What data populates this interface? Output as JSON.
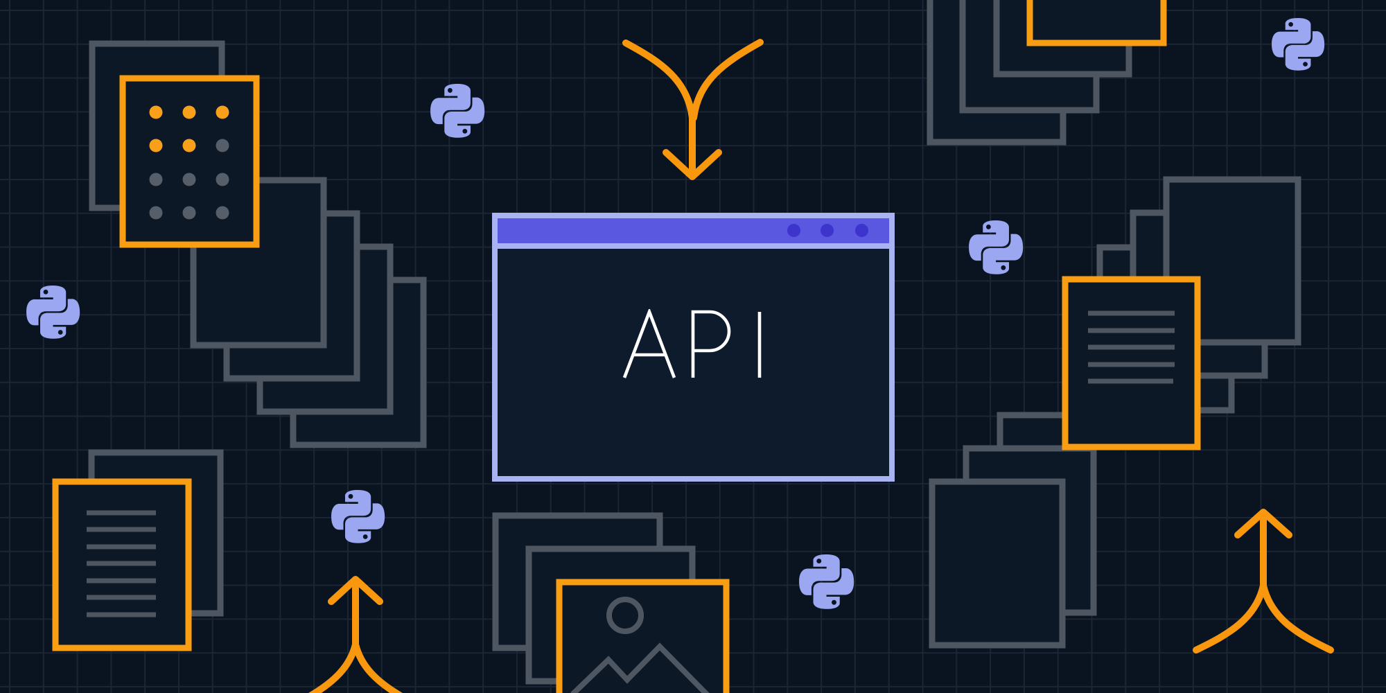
{
  "illustration": {
    "window": {
      "label": "API",
      "titlebar_dot_count": 3
    },
    "theme": {
      "background": "#0A1420",
      "grid_line": "#1B2533",
      "accent_orange": "#F99D12",
      "outline_gray": "#4E5661",
      "python_periwinkle": "#9BA7F0",
      "window_border": "#A9B3F2",
      "window_titlebar": "#5A57E0",
      "window_titlebar_dot": "#3C34CB",
      "window_body": "#0D1B2C",
      "label_text_color": "#FFFFFF"
    },
    "elements": {
      "python_logo_count": 6,
      "arrows": [
        {
          "name": "merge-arrow-down",
          "position": "top-center",
          "direction": "down"
        },
        {
          "name": "merge-arrow-up-left",
          "position": "bottom-left",
          "direction": "up"
        },
        {
          "name": "merge-arrow-up-right",
          "position": "bottom-right",
          "direction": "up"
        }
      ],
      "documents": [
        {
          "name": "document-bottom-left",
          "line_count": 7
        },
        {
          "name": "document-middle-right",
          "line_count": 5
        }
      ],
      "dot_matrix": {
        "rows": 4,
        "cols": 3,
        "orange_dot_count": 5,
        "gray_dot_count": 7
      },
      "image_placeholder": {
        "position": "bottom-center",
        "contents": [
          "circle",
          "mountains"
        ]
      },
      "paper_stack_count": 5
    }
  }
}
